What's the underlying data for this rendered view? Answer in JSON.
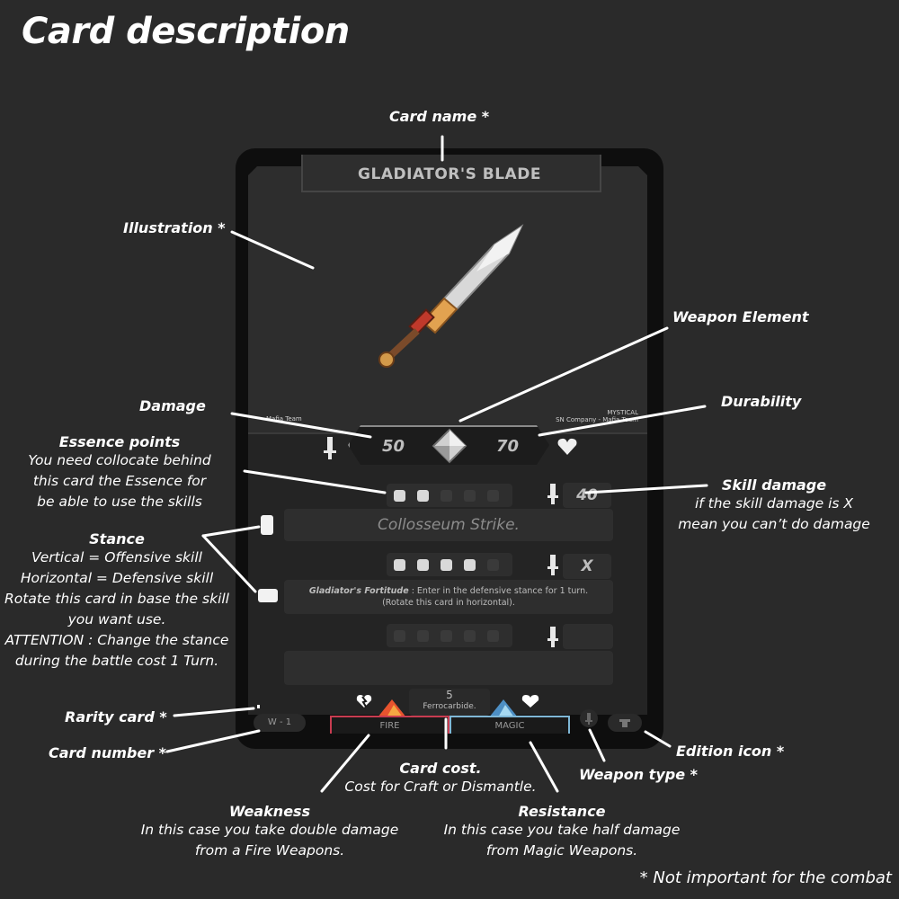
{
  "page_title": "Card description",
  "card": {
    "name": "GLADIATOR'S BLADE",
    "credit_left": "Mafia Team",
    "credit_right_line1": "MYSTICAL",
    "credit_right_line2": "SN Company - Mafia Team",
    "damage": "50",
    "durability": "70",
    "skills": [
      {
        "essence": 2,
        "essence_max": 5,
        "name": "Collosseum Strike.",
        "damage": "40",
        "stance": "vertical"
      },
      {
        "essence": 4,
        "essence_max": 5,
        "name": "Gladiator's Fortitude",
        "text": " : Enter in the defensive stance for 1 turn.",
        "text2": "(Rotate this card in horizontal).",
        "damage": "X",
        "stance": "horizontal"
      },
      {
        "essence": 0,
        "essence_max": 5,
        "name": "",
        "damage": ""
      }
    ],
    "card_number": "W - 1",
    "cost": "5",
    "material": "Ferrocarbide.",
    "weakness": "FIRE",
    "resistance": "MAGIC"
  },
  "labels": {
    "card_name": "Card name *",
    "illustration": "Illustration *",
    "weapon_element": "Weapon Element",
    "damage": "Damage",
    "durability": "Durability",
    "essence_title": "Essence points",
    "essence_desc": [
      "You need collocate behind",
      "this card the Essence for",
      "be able to use the skills"
    ],
    "skill_damage_title": "Skill damage",
    "skill_damage_desc": [
      "if the skill damage is X",
      "mean you can’t do damage"
    ],
    "stance_title": "Stance",
    "stance_desc": [
      "Vertical = Offensive skill",
      "Horizontal = Defensive skill",
      "Rotate this card in base the skill",
      "you want use.",
      "ATTENTION : Change the stance",
      "during the battle cost 1 Turn."
    ],
    "rarity_card": "Rarity card *",
    "card_number": "Card number *",
    "edition_icon": "Edition icon *",
    "weapon_type": "Weapon type *",
    "card_cost_title": "Card cost.",
    "card_cost_desc": "Cost for Craft or Dismantle.",
    "weakness_title": "Weakness",
    "weakness_desc": [
      "In this case you take double damage",
      "from a Fire Weapons."
    ],
    "resistance_title": "Resistance",
    "resistance_desc": [
      "In this case you take half damage",
      "from Magic Weapons."
    ]
  },
  "footnote": "* Not important for the combat",
  "colors": {
    "background": "#2a2a2a",
    "card": "#0e0e0e",
    "fire": "#c83c50",
    "magic": "#7fb7d6"
  }
}
